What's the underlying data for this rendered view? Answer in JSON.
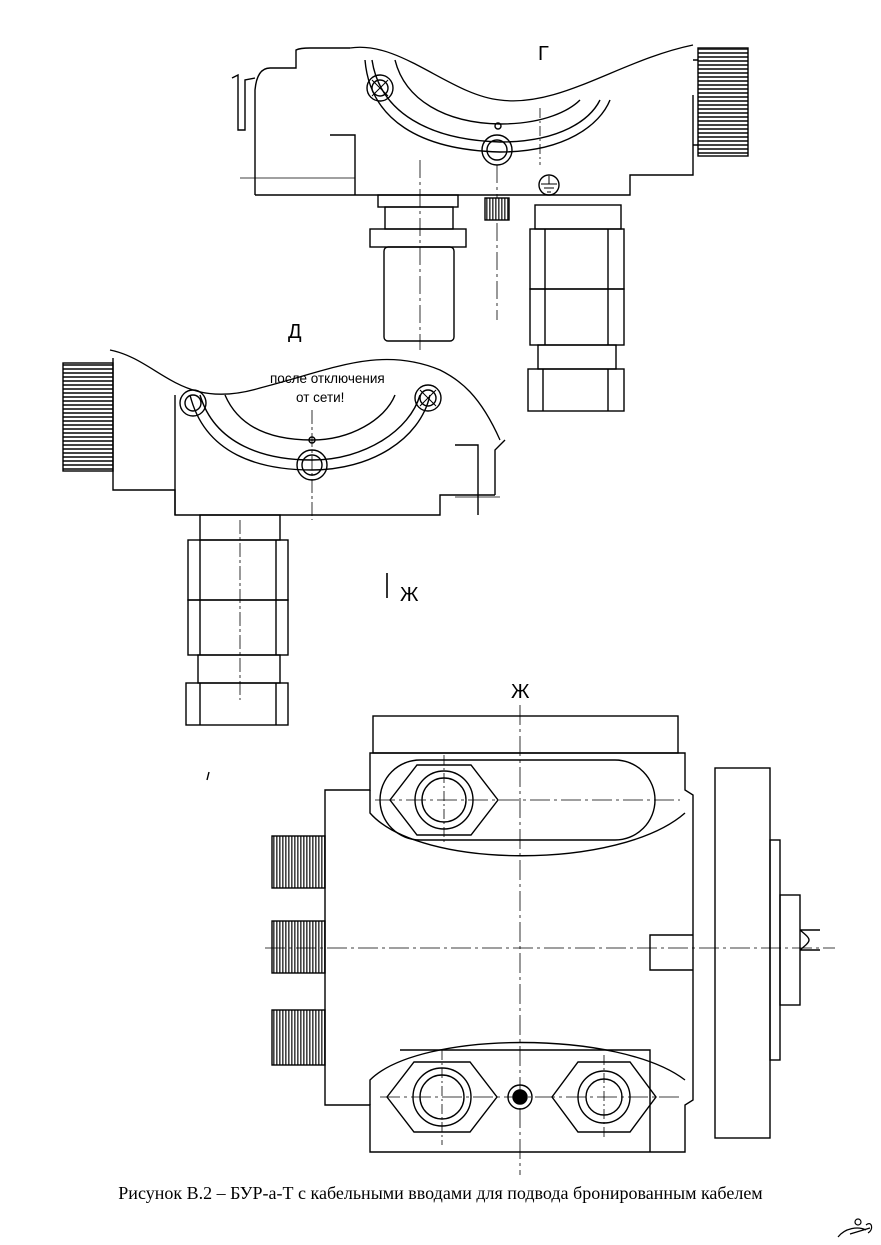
{
  "view_labels": {
    "g": "Г",
    "d": "Д",
    "zh_section": "Ж",
    "zh_top": "Ж"
  },
  "warning_text": {
    "line1": "после отключения",
    "line2": "от сети!"
  },
  "caption": "Рисунок В.2 – БУР-а-Т с кабельными вводами для подвода бронированным кабелем",
  "colors": {
    "ink": "#000000",
    "background": "#ffffff",
    "knurl": "#555555"
  }
}
